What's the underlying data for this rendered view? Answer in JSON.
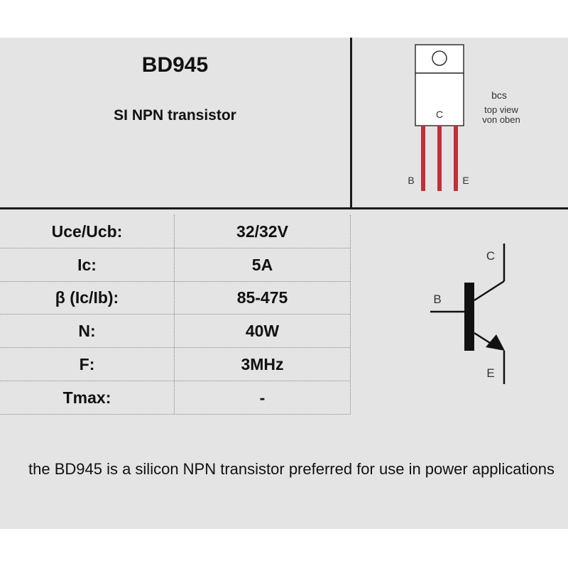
{
  "header": {
    "part_number": "BD945",
    "description": "SI NPN transistor"
  },
  "package": {
    "code": "bcs",
    "view_label_1": "top view",
    "view_label_2": "von oben",
    "pin_c": "C",
    "pin_b": "B",
    "pin_e": "E",
    "lead_color": "#c0303a"
  },
  "specs": [
    {
      "label": "Uce/Ucb:",
      "value": "32/32V"
    },
    {
      "label": "Ic:",
      "value": "5A"
    },
    {
      "label": "β (Ic/Ib):",
      "value": "85-475"
    },
    {
      "label": "N:",
      "value": "40W"
    },
    {
      "label": "F:",
      "value": "3MHz"
    },
    {
      "label": "Tmax:",
      "value": "-"
    }
  ],
  "symbol": {
    "collector": "C",
    "base": "B",
    "emitter": "E"
  },
  "description": "the BD945 is a silicon NPN transistor preferred for use in power applications"
}
